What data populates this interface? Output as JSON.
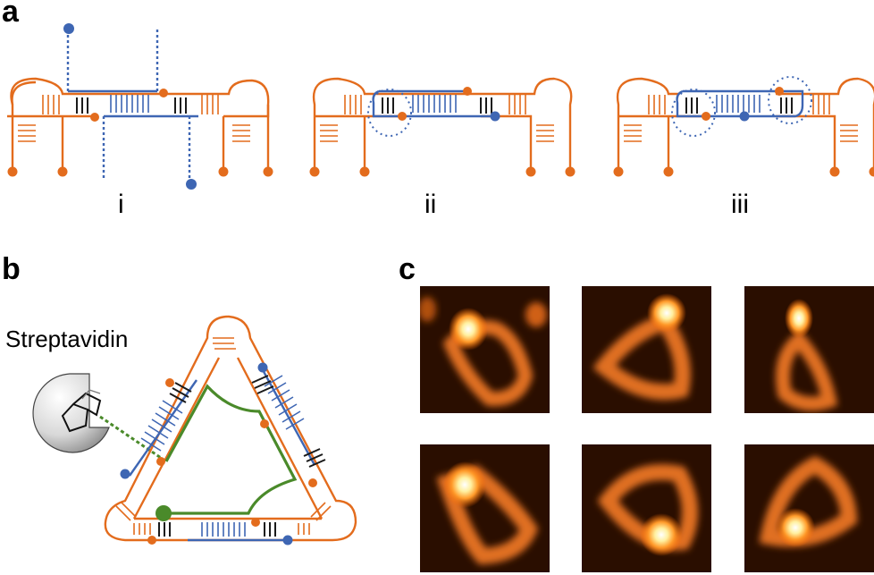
{
  "panels": {
    "a": {
      "letter": "a",
      "states": [
        "i",
        "ii",
        "iii"
      ]
    },
    "b": {
      "letter": "b",
      "streptavidin_label": "Streptavidin"
    },
    "c": {
      "letter": "c",
      "afm_image_count": 6
    }
  },
  "colors": {
    "orange_strand": "#e36c1d",
    "blue_strand": "#3e66b3",
    "green_linker": "#4a8a2a",
    "black_basepair": "#1a1a1a",
    "afm_dark": "#2a0e00",
    "afm_bright": "#fff2c0"
  }
}
